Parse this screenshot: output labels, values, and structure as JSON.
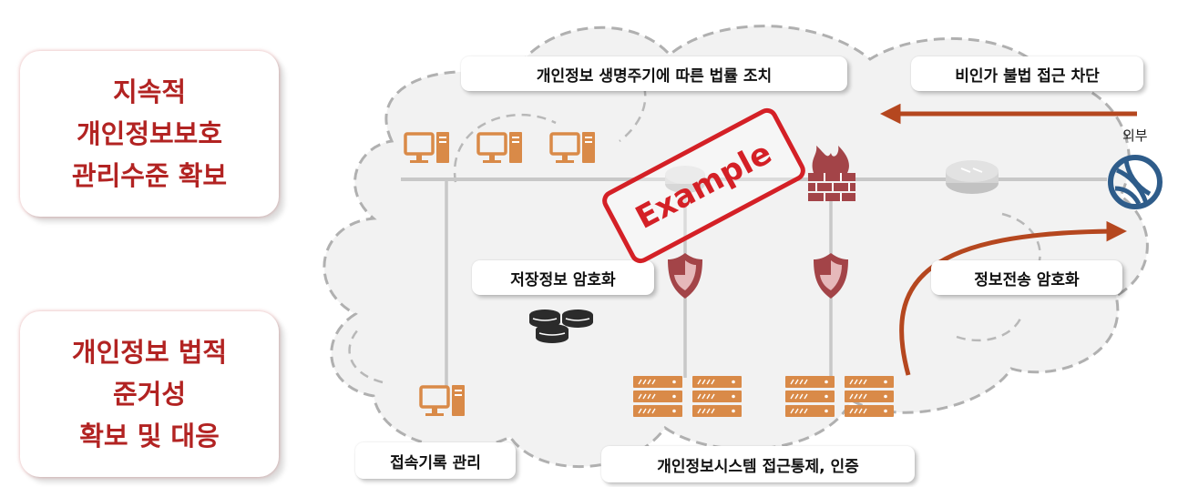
{
  "goals": {
    "top": {
      "lines": [
        "지속적",
        "개인정보보호",
        "관리수준 확보"
      ]
    },
    "bottom": {
      "lines": [
        "개인정보 법적",
        "준거성",
        "확보 및 대응"
      ]
    }
  },
  "labels": {
    "lifecycle": "개인정보 생명주기에 따른 법률 조치",
    "block_unauthorized": "비인가 불법 접근 차단",
    "storage_encryption": "저장정보 암호화",
    "transmission_encryption": "정보전송 암호화",
    "access_log": "접속기록 관리",
    "system_access_control": "개인정보시스템 접근통제, 인증",
    "external": "외부"
  },
  "watermark": "Example",
  "colors": {
    "accent_red": "#b22322",
    "arrow": "#b5471f",
    "icon_orange": "#d98a48",
    "shield": "#a34448",
    "network_line": "#c8c8c8",
    "cloud_border": "#b0b0b0",
    "globe": "#2e5c8a"
  },
  "icons": [
    "computer-icon",
    "router-icon",
    "firewall-icon",
    "shield-icon",
    "database-icon",
    "server-icon",
    "globe-icon"
  ]
}
